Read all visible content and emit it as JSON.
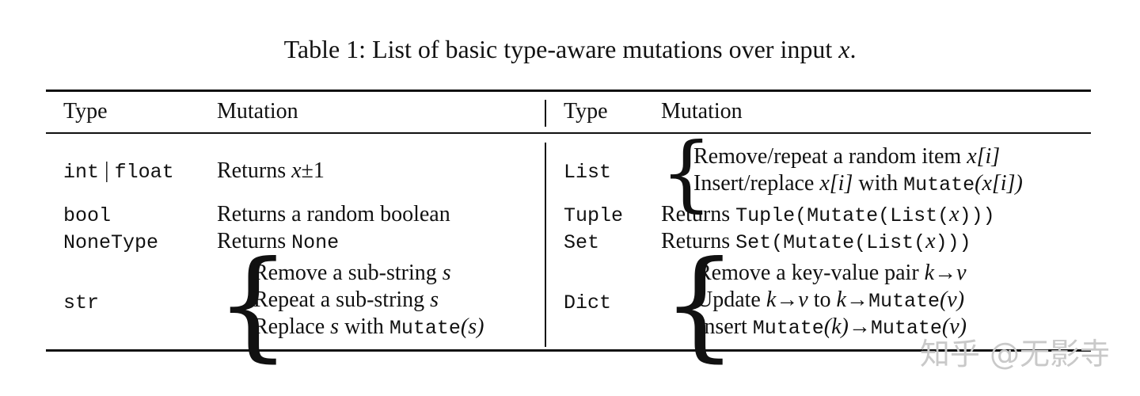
{
  "caption": {
    "prefix": "Table 1: List of basic type-aware mutations over input ",
    "var": "x",
    "suffix": "."
  },
  "headers": {
    "type": "Type",
    "mutation": "Mutation"
  },
  "left": {
    "int_type_a": "int",
    "int_type_sep": "|",
    "int_type_b": "float",
    "int_mut_prefix": "Returns ",
    "int_mut_expr": "x",
    "int_mut_tail": "±1",
    "bool_type": "bool",
    "bool_mut": "Returns a random boolean",
    "none_type": "NoneType",
    "none_mut_prefix": "Returns ",
    "none_mut_code": "None",
    "str_type": "str",
    "str_line1_prefix": "Remove a sub-string ",
    "str_line1_var": "s",
    "str_line2_prefix": "Repeat a sub-string ",
    "str_line2_var": "s",
    "str_line3_prefix": "Replace ",
    "str_line3_var": "s",
    "str_line3_mid": " with ",
    "str_line3_code": "Mutate",
    "str_line3_arg": "(s)"
  },
  "right": {
    "list_type": "List",
    "list_line1_prefix": "Remove/repeat a random item ",
    "list_line1_expr": "x[i]",
    "list_line2_prefix": "Insert/replace ",
    "list_line2_expr": "x[i]",
    "list_line2_mid": " with ",
    "list_line2_code": "Mutate",
    "list_line2_arg": "(x[i])",
    "tuple_type": "Tuple",
    "tuple_mut_prefix": "Returns ",
    "tuple_mut_code": "Tuple(Mutate(List(",
    "tuple_mut_var": "x",
    "tuple_mut_close": ")))",
    "set_type": "Set",
    "set_mut_prefix": "Returns ",
    "set_mut_code": "Set(Mutate(List(",
    "set_mut_var": "x",
    "set_mut_close": ")))",
    "dict_type": "Dict",
    "dict_line1_prefix": "Remove a key-value pair ",
    "dict_line1_expr": "k→v",
    "dict_line2_prefix": "Update ",
    "dict_line2_expr": "k→v",
    "dict_line2_mid": " to ",
    "dict_line2_expr2": "k→",
    "dict_line2_code": "Mutate",
    "dict_line2_arg": "(v)",
    "dict_line3_prefix": "Insert ",
    "dict_line3_code": "Mutate",
    "dict_line3_arg": "(k)",
    "dict_line3_arrow": "→",
    "dict_line3_code2": "Mutate",
    "dict_line3_arg2": "(v)"
  },
  "watermark": "知乎 @无影寺"
}
